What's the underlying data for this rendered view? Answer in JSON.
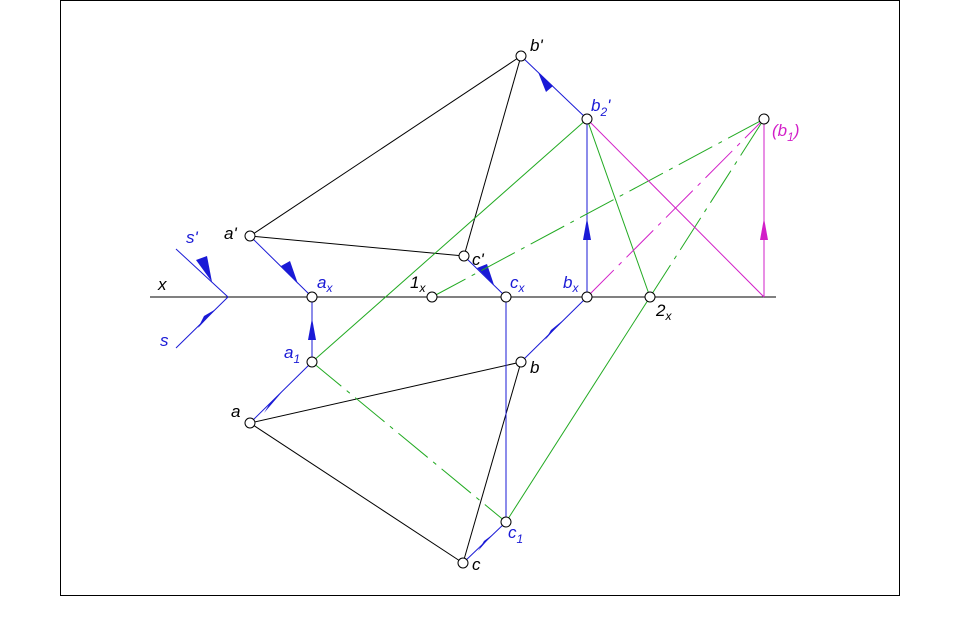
{
  "colors": {
    "black": "#000000",
    "blue": "#1a1ad6",
    "green": "#22aa22",
    "magenta": "#d21fc8"
  },
  "labels": {
    "x": "x",
    "s_prime": "s'",
    "s": "s",
    "a_prime": "a'",
    "a_x": "a",
    "a_x_sub": "x",
    "one_x": "1",
    "one_x_sub": "x",
    "c_x": "c",
    "c_x_sub": "x",
    "b_x": "b",
    "b_x_sub": "x",
    "two_x": "2",
    "two_x_sub": "x",
    "b_prime": "b'",
    "b2_prime": "b",
    "b2_prime_sub": "2",
    "b2_prime_mark": "'",
    "b1_open": "(b",
    "b1_sub": "1",
    "b1_close": ")",
    "c_prime": "c'",
    "a1": "a",
    "a1_sub": "1",
    "a": "a",
    "b": "b",
    "c": "c",
    "c1": "c",
    "c1_sub": "1"
  }
}
